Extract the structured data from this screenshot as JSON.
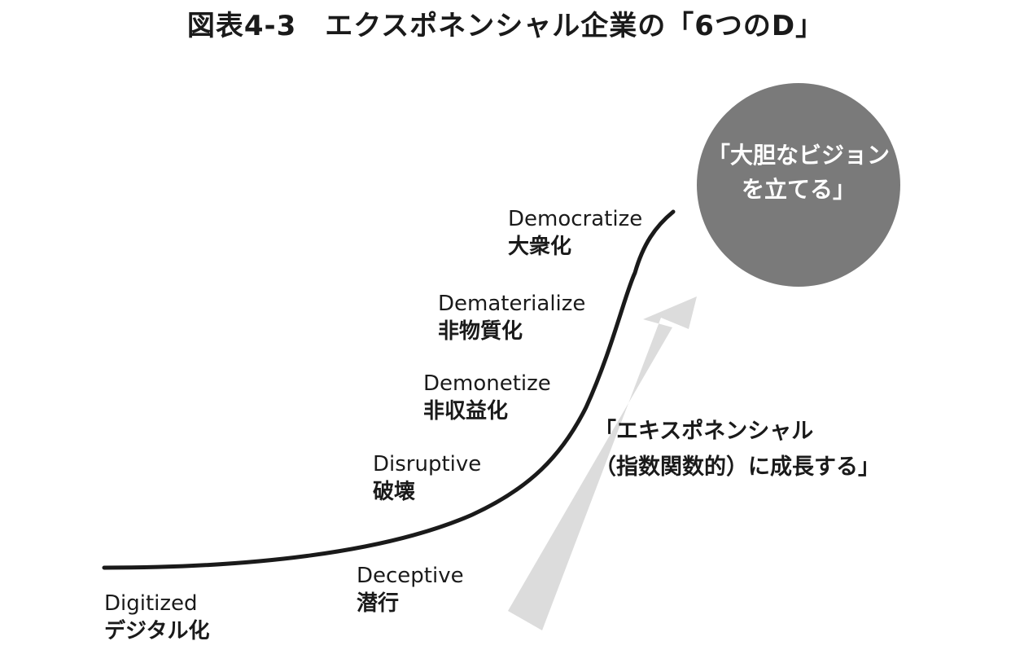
{
  "title": "図表4-3　エクスポネンシャル企業の「6つのD」",
  "stages": [
    {
      "en": "Digitized",
      "ja": "デジタル化"
    },
    {
      "en": "Deceptive",
      "ja": "潜行"
    },
    {
      "en": "Disruptive",
      "ja": "破壊"
    },
    {
      "en": "Demonetize",
      "ja": "非収益化"
    },
    {
      "en": "Dematerialize",
      "ja": "非物質化"
    },
    {
      "en": "Democratize",
      "ja": "大衆化"
    }
  ],
  "vision": {
    "line1": "「大胆なビジョン",
    "line2": "を立てる」"
  },
  "growth": {
    "line1": "「エキスポネンシャル",
    "line2": "（指数関数的）に成長する」"
  },
  "colors": {
    "curve": "#1a1a1a",
    "arrow": "#dcdcdc",
    "circle": "#7a7a7a"
  }
}
